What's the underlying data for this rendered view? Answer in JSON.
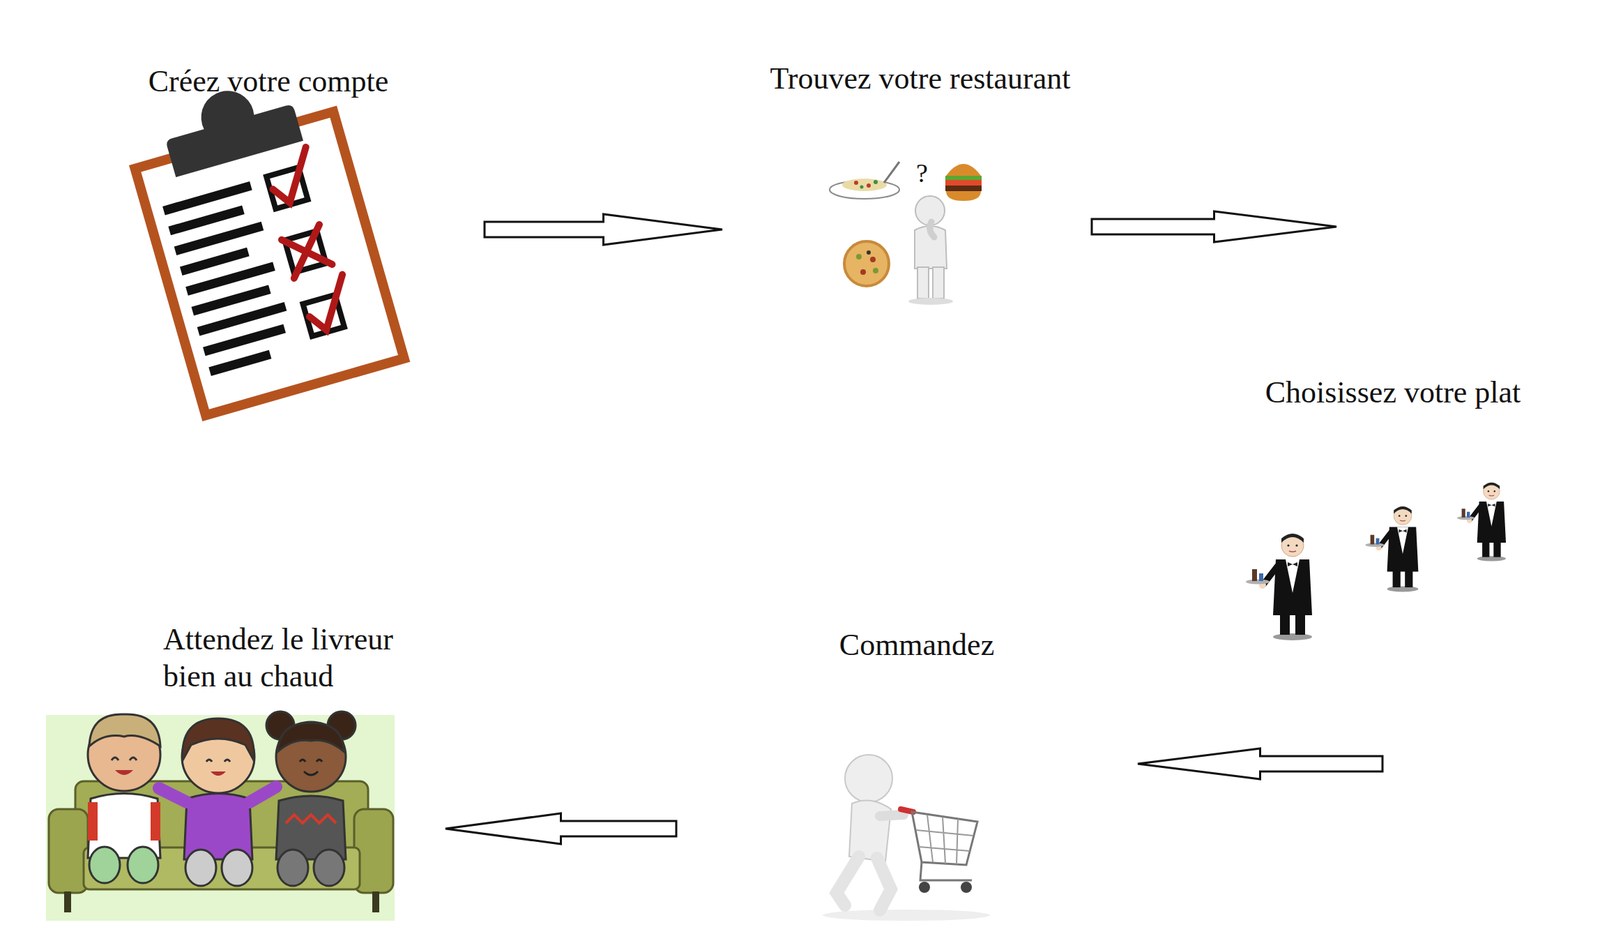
{
  "diagram": {
    "nodes": [
      {
        "text": [
          "Créez votre compte"
        ]
      },
      {
        "text": [
          "Trouvez votre restaurant"
        ]
      },
      {
        "text": [
          "Choisissez votre plat"
        ]
      },
      {
        "text": [
          "Commandez"
        ]
      },
      {
        "text": [
          "Attendez le livreur bien au chaud"
        ]
      }
    ],
    "edges": [
      {
        "from": 0,
        "to": 1,
        "arrow": "to"
      },
      {
        "from": 1,
        "to": 2,
        "arrow": "to"
      },
      {
        "from": 2,
        "to": 3,
        "arrow": "to"
      },
      {
        "from": 3,
        "to": 4,
        "arrow": "to"
      }
    ],
    "labels": [
      "?"
    ]
  }
}
